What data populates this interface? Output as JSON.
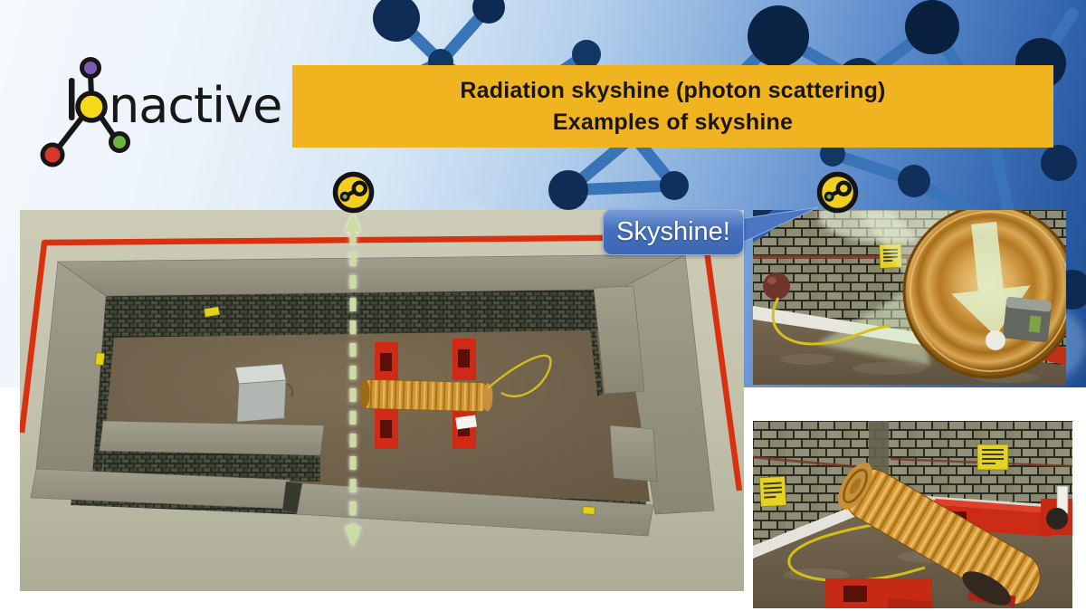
{
  "slide": {
    "brand": {
      "word": "Ionactive",
      "suffix_after_molecule": "nactive"
    },
    "banner": {
      "line1": "Radiation skyshine (photon scattering)",
      "line2": "Examples of skyshine",
      "bg_color": "#EFB41F",
      "text_color": "#1C1509"
    },
    "callout": {
      "label": "Skyshine!",
      "bg_color": "#4472C4",
      "text_color": "#FFFFFF"
    },
    "icons": {
      "left_source_icon": "molecule-source-icon",
      "right_source_icon": "molecule-source-icon",
      "skyshine_arrow": "dashed-double-arrow"
    },
    "colors": {
      "banner_gold": "#EFB41F",
      "callout_blue": "#4472C4",
      "arrow_green": "#CCDDA4",
      "boundary_red": "#D9310F",
      "tube_orange": "#CF9434",
      "logo_purple": "#7F5AB5",
      "logo_yellow": "#F5D91A",
      "logo_red": "#D8382C",
      "logo_green": "#6DB33F",
      "photo_blue": "#2C5EA8"
    }
  }
}
